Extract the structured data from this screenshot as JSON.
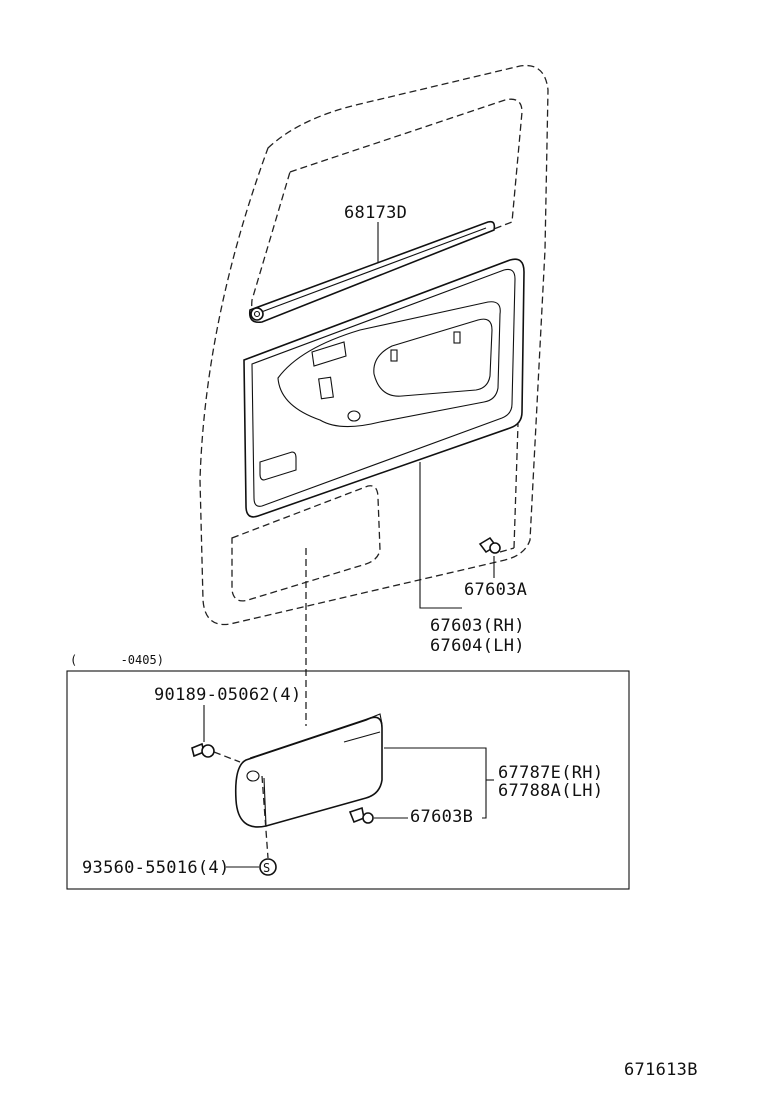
{
  "labels": {
    "glass_run": "68173D",
    "clip_upper": "67603A",
    "panel_rh": "67603(RH)",
    "panel_lh": "67604(LH)",
    "date_range": "(      -0405)",
    "screw": "90189-05062(4)",
    "pocket_rh": "67787E(RH)",
    "pocket_lh": "67788A(LH)",
    "clip_lower": "67603B",
    "nut": "93560-55016(4)",
    "nut_symbol": "S",
    "drawing_number": "671613B"
  }
}
